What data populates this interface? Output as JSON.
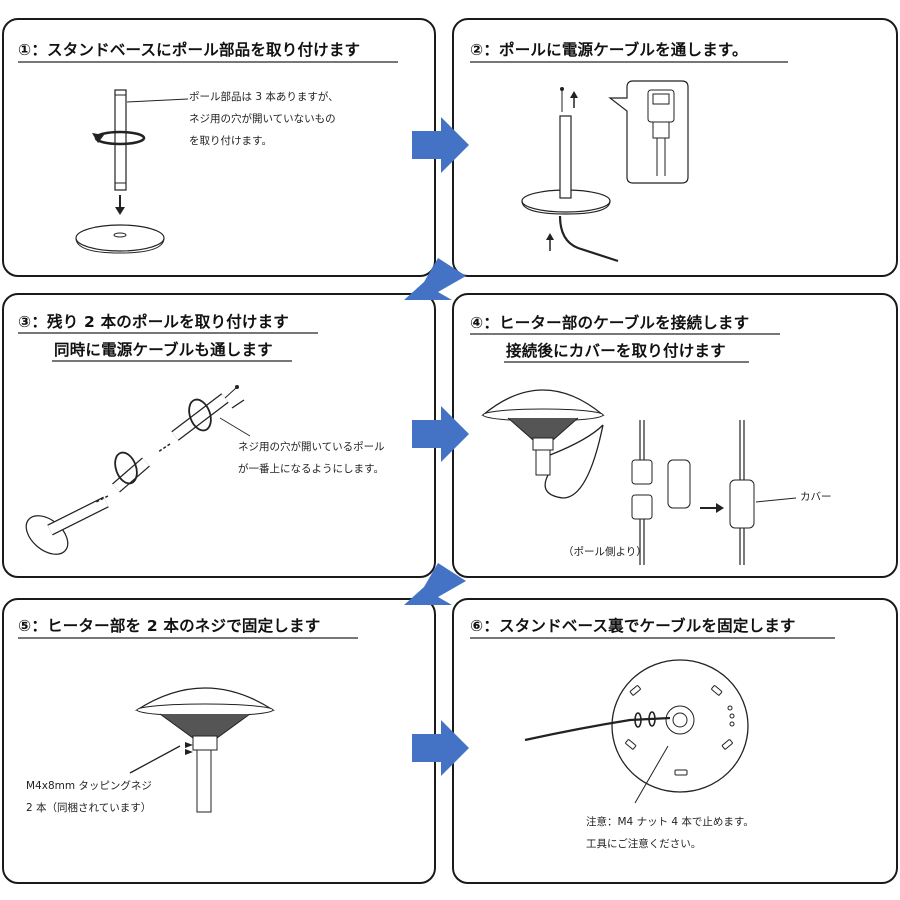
{
  "colors": {
    "arrow": "#4472c4",
    "border": "#1a1a1a"
  },
  "steps": [
    {
      "title": "①：スタンドベースにポール部品を取り付けます",
      "note": [
        "ポール部品は 3 本ありますが、",
        "ネジ用の穴が開いていないもの",
        "を取り付けます。"
      ]
    },
    {
      "title": "②：ポールに電源ケーブルを通します。"
    },
    {
      "title": "③：残り 2 本のポールを取り付けます",
      "title2": "同時に電源ケーブルも通します",
      "note": [
        "ネジ用の穴が開いているポール",
        "が一番上になるようにします。"
      ]
    },
    {
      "title": "④：ヒーター部のケーブルを接続します",
      "title2": "接続後にカバーを取り付けます",
      "cover_label": "カバー",
      "pole_side_label": "（ポール側より）"
    },
    {
      "title": "⑤：ヒーター部を 2 本のネジで固定します",
      "note": [
        "M4x8mm タッピングネジ",
        "2 本（同梱されています）"
      ]
    },
    {
      "title": "⑥：スタンドベース裏でケーブルを固定します",
      "note": [
        "注意：M4 ナット 4 本で止めます。",
        "工具にご注意ください。"
      ]
    }
  ]
}
